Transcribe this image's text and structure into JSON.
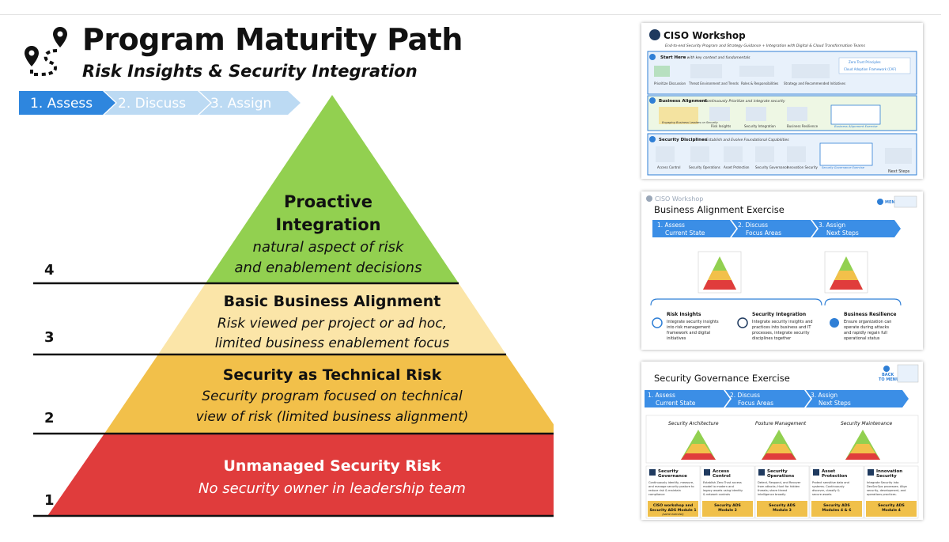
{
  "title": "Program Maturity Path",
  "subtitle": "Risk Insights & Security Integration",
  "steps": [
    "1. Assess",
    "2. Discuss",
    "3. Assign"
  ],
  "levels": [
    {
      "number": "4",
      "heading": [
        "Proactive",
        "Integration"
      ],
      "desc": [
        "natural aspect of risk",
        "and enablement decisions"
      ],
      "color": "#92d050"
    },
    {
      "number": "3",
      "heading": [
        "Basic Business Alignment"
      ],
      "desc": [
        "Risk viewed per project or ad hoc,",
        "limited business enablement focus"
      ],
      "color": "#fbe5a8"
    },
    {
      "number": "2",
      "heading": [
        "Security as Technical Risk"
      ],
      "desc": [
        "Security program focused on technical",
        "view of risk (limited business alignment)"
      ],
      "color": "#f2c04a"
    },
    {
      "number": "1",
      "heading": [
        "Unmanaged Security Risk"
      ],
      "desc": [
        "No security owner in leadership team"
      ],
      "color": "#e03c3c"
    }
  ],
  "thumb1": {
    "title": "CISO Workshop",
    "subtitle": "End-to-end Security Program and Strategy Guidance + Integration with Digital & Cloud Transformation Teams",
    "section_a": "Start Here",
    "section_a_note": "– with key context and fundamentals",
    "section_b": "Business Alignment",
    "section_b_note": "– Continuously Prioritize and integrate security",
    "section_c": "Security Disciplines",
    "section_c_note": "– Establish and Evolve Foundational Capabilities",
    "a_items": [
      "Prioritize Discussion",
      "Threat Environment and Trends",
      "Roles & Responsibilities",
      "Strategy and Recommended Initiatives",
      "Zero Trust Principles",
      "Cloud Adoption Framework (CAF)"
    ],
    "b_items": [
      "Engaging Business Leaders on Security",
      "Risk Insights",
      "Security Integration",
      "Business Resilience",
      "Business Alignment Exercise"
    ],
    "c_items": [
      "Access Control",
      "Security Operations",
      "Asset Protection",
      "Security Governance",
      "Innovation Security",
      "Security Governance Exercise",
      "Next Steps"
    ]
  },
  "thumb2": {
    "header": "CISO Workshop",
    "title": "Business Alignment Exercise",
    "menu": "MENU",
    "steps": [
      [
        "1.  Assess",
        "Current State"
      ],
      [
        "2.  Discuss",
        "Focus Areas"
      ],
      [
        "3.  Assign",
        "Next Steps"
      ]
    ],
    "cols": [
      {
        "title": "Risk Insights",
        "text": [
          "Integrate security insights",
          "into risk management",
          "framework and digital",
          "initiatives"
        ]
      },
      {
        "title": "Security Integration",
        "text": [
          "Integrate security insights and",
          "practices into business and IT",
          "processes, integrate security",
          "disciplines together"
        ]
      },
      {
        "title": "Business Resilience",
        "text": [
          "Ensure organization can",
          "operate during attacks",
          "and rapidly regain full",
          "operational status"
        ]
      }
    ]
  },
  "thumb3": {
    "title": "Security Governance Exercise",
    "back": [
      "BACK",
      "TO MENU"
    ],
    "steps": [
      [
        "1.  Assess",
        "Current State"
      ],
      [
        "2.  Discuss",
        "Focus Areas"
      ],
      [
        "3.  Assign",
        "Next Steps"
      ]
    ],
    "areas": [
      "Security Architecture",
      "Posture Management",
      "Security Maintenance"
    ],
    "cards": [
      {
        "title": [
          "Security",
          "Governance"
        ],
        "text": [
          "Continuously identify, measure,",
          "and manage security posture to",
          "reduce risk & maintain",
          "compliance"
        ],
        "foot": [
          "CISO workshop and",
          "Security ADS Module 1"
        ],
        "note": "(same exercise)"
      },
      {
        "title": [
          "Access",
          "Control"
        ],
        "text": [
          "Establish Zero Trust access",
          "model to modern and",
          "legacy assets using identity",
          "& network controls"
        ],
        "foot": [
          "Security ADS",
          "Module 2"
        ],
        "note": ""
      },
      {
        "title": [
          "Security",
          "Operations"
        ],
        "text": [
          "Detect, Respond, and Recover",
          "from attacks; Hunt for hidden",
          "threats; share threat",
          "intelligence broadly"
        ],
        "foot": [
          "Security ADS",
          "Module 3"
        ],
        "note": ""
      },
      {
        "title": [
          "Asset",
          "Protection"
        ],
        "text": [
          "Protect sensitive data and",
          "systems. Continuously",
          "discover, classify &",
          "secure assets"
        ],
        "foot": [
          "Security ADS",
          "Modules 4 & 6"
        ],
        "note": ""
      },
      {
        "title": [
          "Innovation",
          "Security"
        ],
        "text": [
          "Integrate Security into",
          "DevSecOps processes. Align",
          "security, development, and",
          "operations practices."
        ],
        "foot": [
          "Security ADS",
          "Module 4"
        ],
        "note": ""
      }
    ]
  },
  "colors": {
    "step_active": "#2e86de",
    "step_inactive": "#bcdaf3",
    "thumb_blue": "#2f7fd6",
    "thumb_step": "#3b8ee6"
  }
}
